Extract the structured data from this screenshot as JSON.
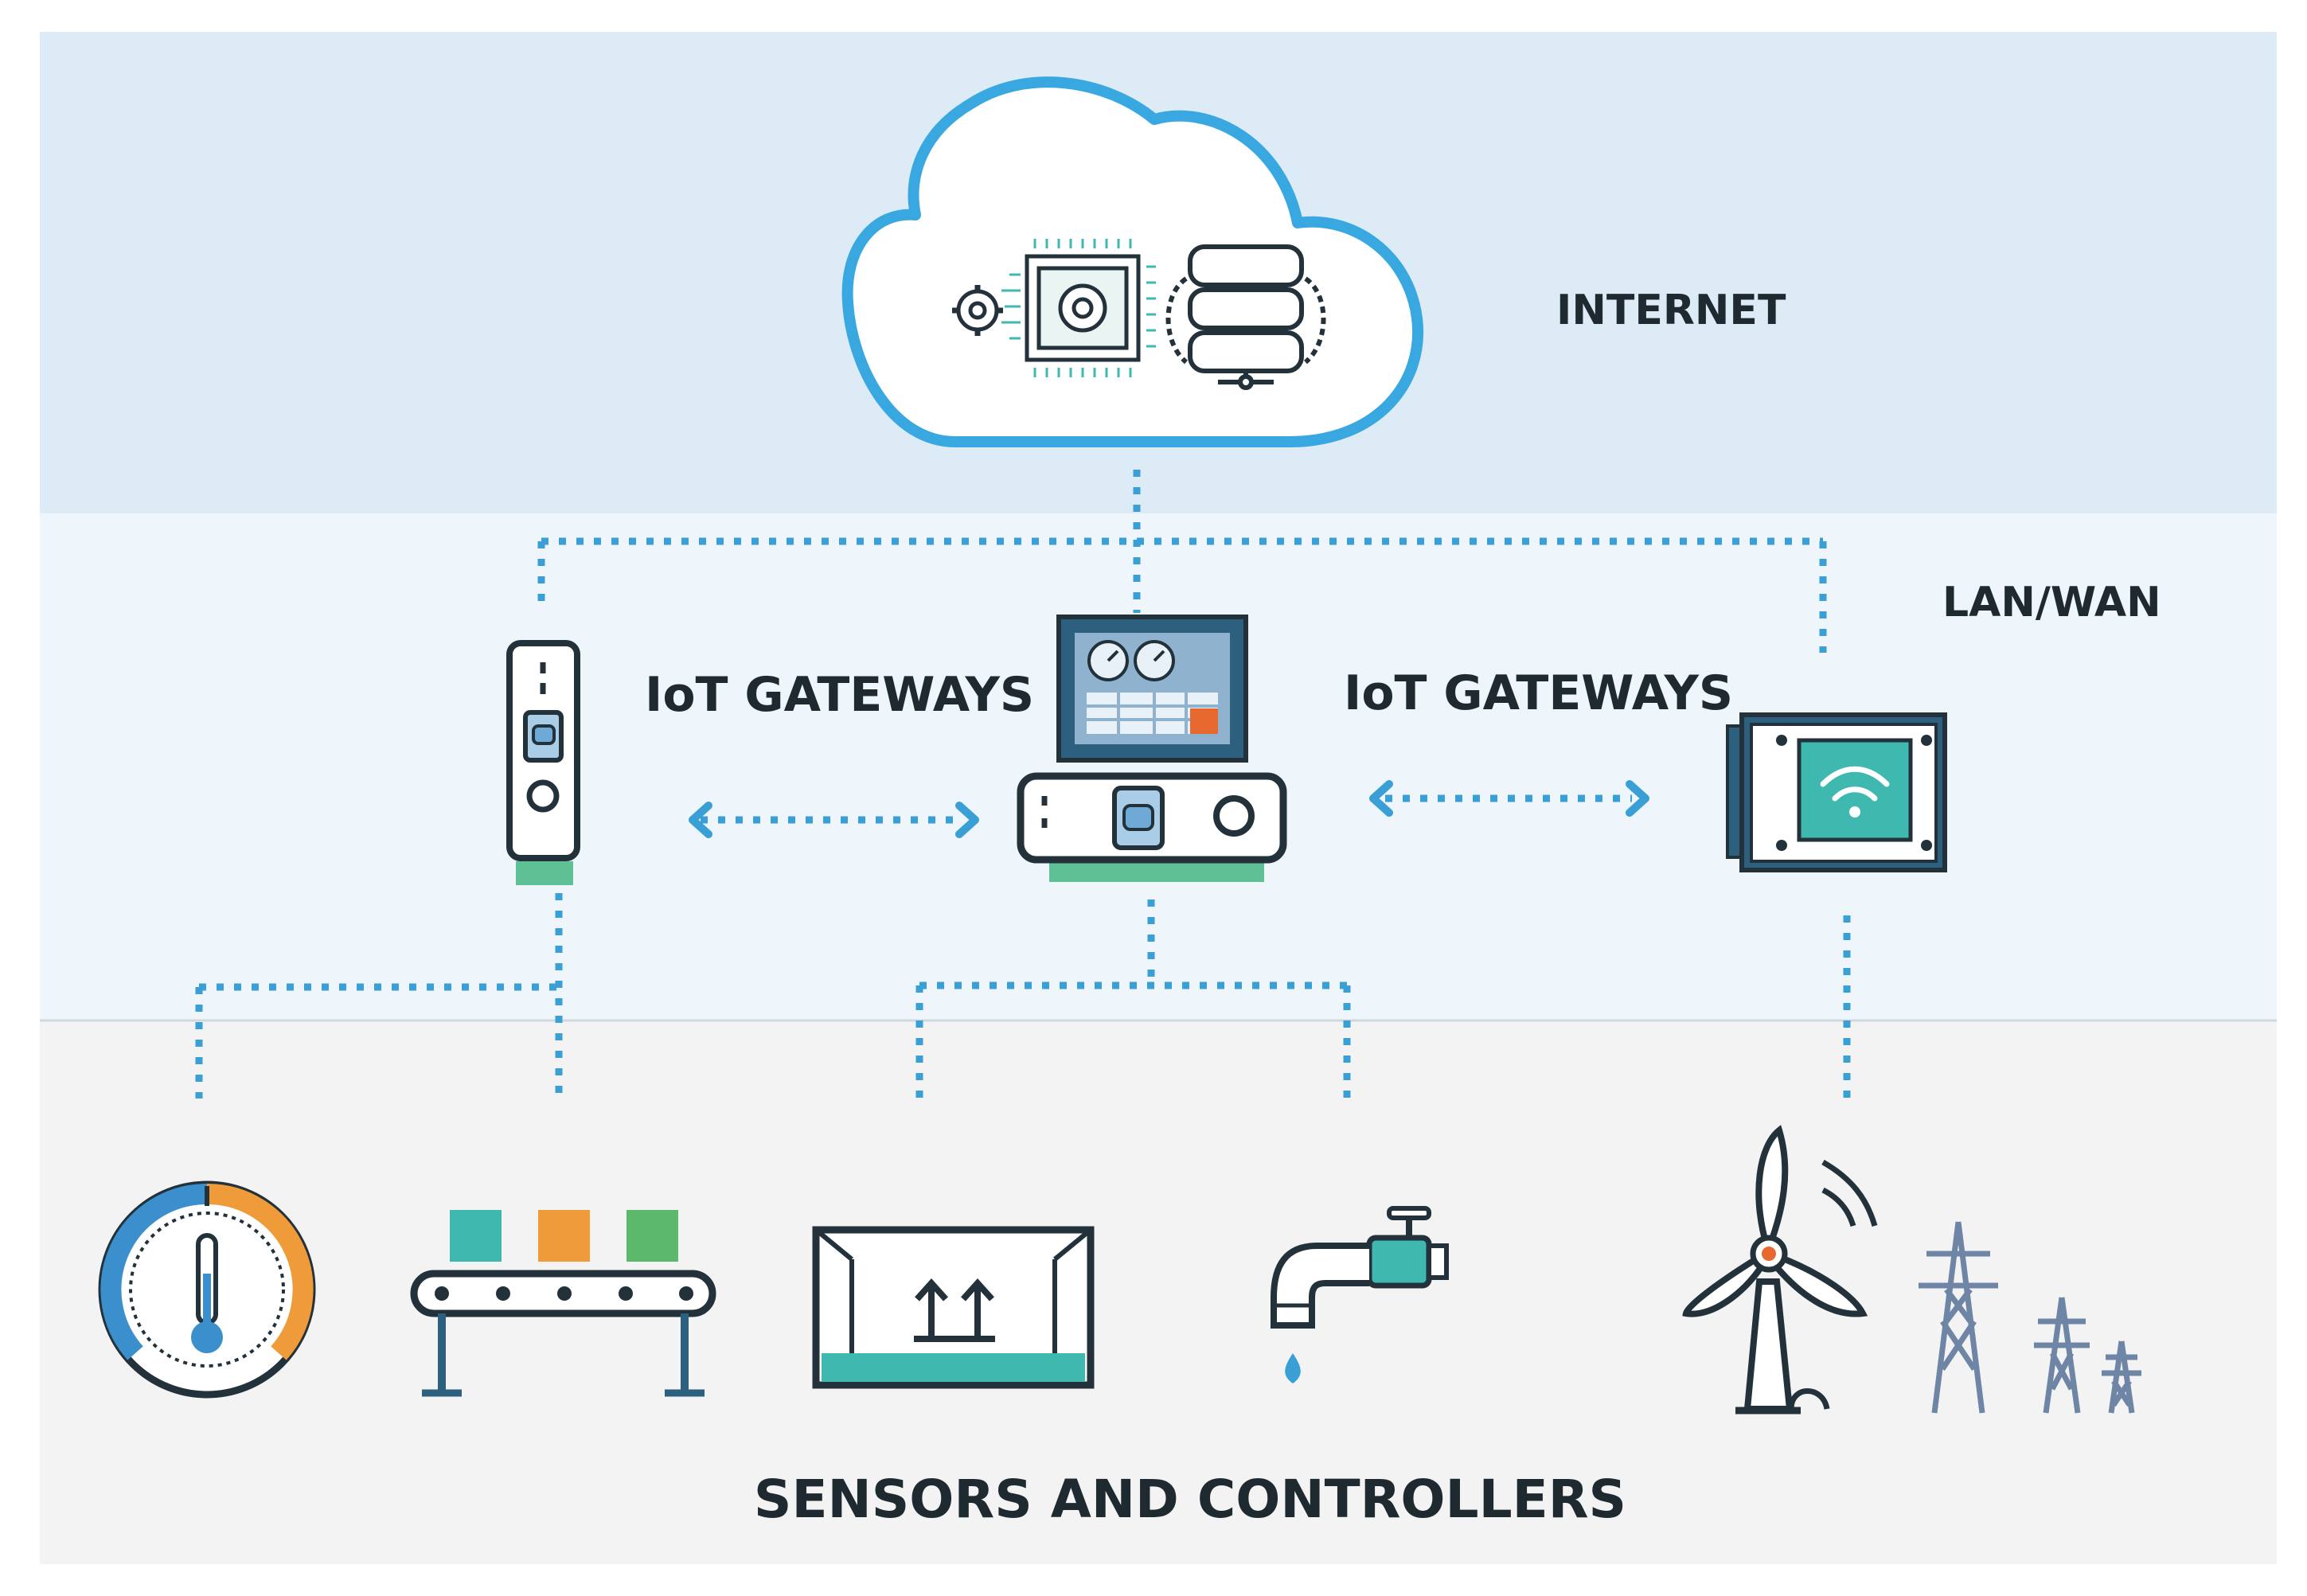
{
  "labels": {
    "internet": "INTERNET",
    "lan_wan": "LAN/WAN",
    "gateways_left": "IoT GATEWAYS",
    "gateways_right": "IoT GATEWAYS",
    "sensors": "SENSORS AND CONTROLLERS"
  },
  "colors": {
    "internet_band": "#dcebf6",
    "lan_band": "#eaf3fa",
    "sensor_band": "#f3f3f3",
    "cloud_stroke": "#39a8e0",
    "dotted_line": "#3a9fd4",
    "dark_outline": "#23313a",
    "teal": "#3fb8b0",
    "orange": "#ef9b3a",
    "green": "#5cb86b",
    "blue": "#3a8fcc",
    "steel": "#6f85a6"
  },
  "icons": [
    "cloud-icon",
    "processor-chip-icon",
    "gear-icon",
    "server-stack-icon",
    "handheld-gateway-icon",
    "hmi-panel-gateway-icon",
    "wifi-gateway-icon",
    "temperature-gauge-icon",
    "conveyor-belt-icon",
    "container-box-icon",
    "water-tap-icon",
    "wind-turbine-icon",
    "power-pylon-icon"
  ]
}
